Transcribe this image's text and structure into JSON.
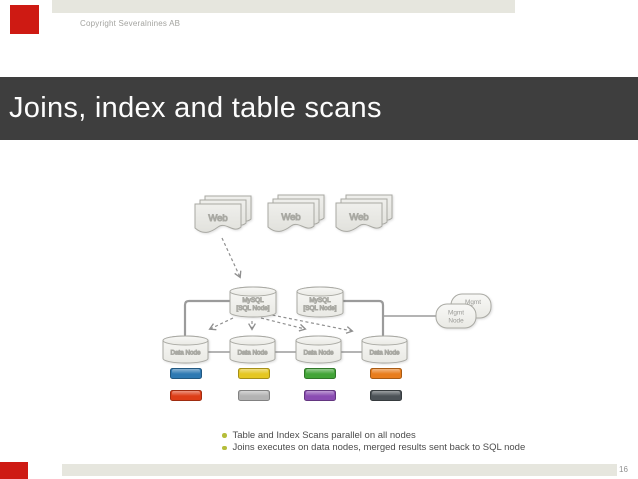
{
  "slide": {
    "copyright": "Copyright Severalnines AB",
    "title": "Joins, index and table scans",
    "page_number": "16",
    "bullets": [
      "Table and Index Scans parallel on all nodes",
      "Joins executes on data nodes, merged results sent back to SQL node"
    ],
    "colors": {
      "brand_red": "#ce1a13",
      "band_beige": "#e6e6de",
      "title_bar_bg": "#3e3e3e",
      "bullet_dot": "#b5bd3a"
    }
  },
  "diagram": {
    "web_nodes": [
      {
        "label": "Web"
      },
      {
        "label": "Web"
      },
      {
        "label": "Web"
      }
    ],
    "sql_nodes": [
      {
        "line1": "MySQL",
        "line2": "[SQL Node]"
      },
      {
        "line1": "MySQL",
        "line2": "[SQL Node]"
      }
    ],
    "mgmt_node": {
      "back_label": "Mgmt",
      "line1": "Mgmt",
      "line2": "Node"
    },
    "data_nodes": [
      {
        "label": "Data Node"
      },
      {
        "label": "Data Node"
      },
      {
        "label": "Data Node"
      },
      {
        "label": "Data Node"
      }
    ],
    "partition_colors": {
      "row1": [
        "#2e79b2",
        "#e5c722",
        "#42a437",
        "#e87d1d"
      ],
      "row2": [
        "#dd3d17",
        "#b3b3b3",
        "#8a4cb2",
        "#4c5257"
      ]
    }
  }
}
